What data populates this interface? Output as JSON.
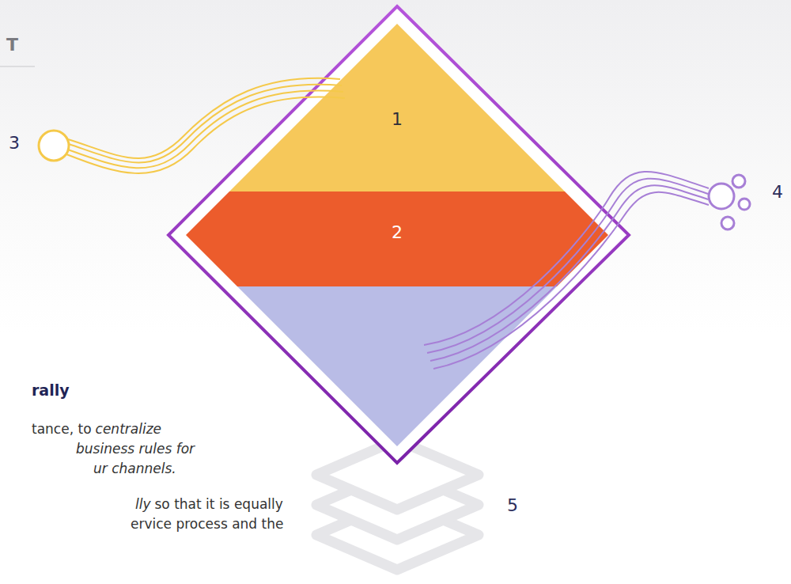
{
  "diagram": {
    "nodes": [
      {
        "text": [
          "1"
        ]
      },
      {
        "text": [
          "2"
        ]
      }
    ],
    "labels": [
      "T",
      "3",
      "rally",
      "tance, to",
      "centralize",
      "business rules for",
      "ur channels.",
      "lly",
      "so that it is equally",
      "ervice process and the",
      "4",
      "5"
    ]
  }
}
